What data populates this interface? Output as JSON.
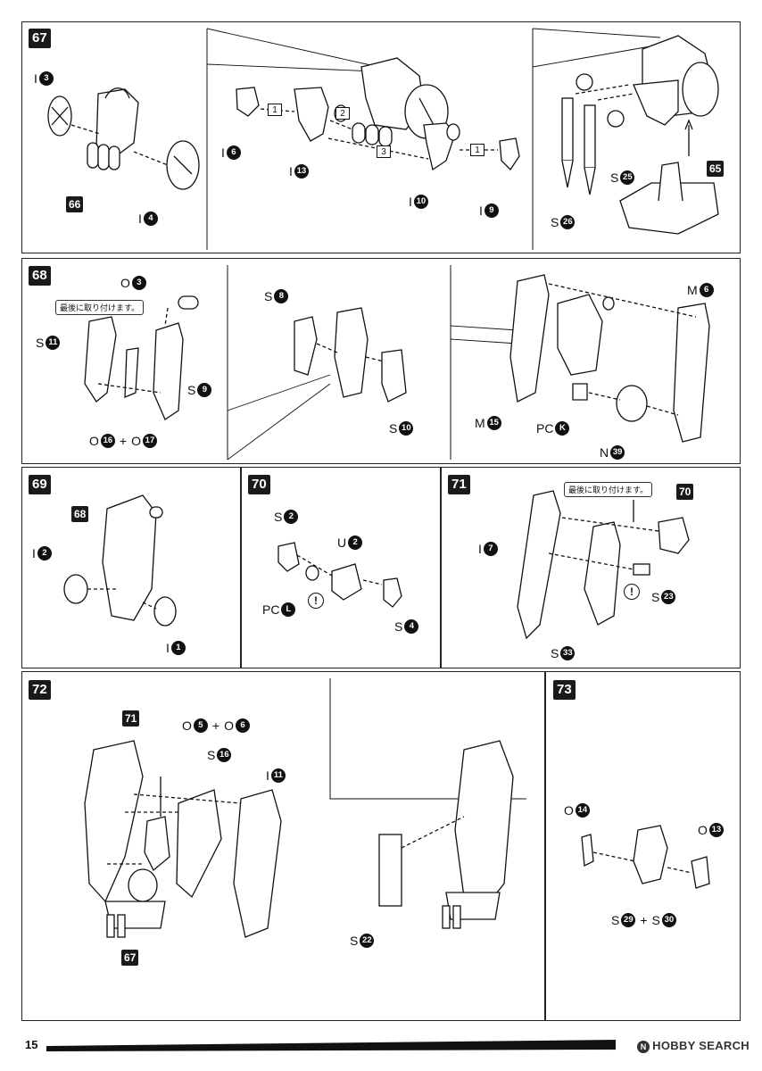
{
  "page": {
    "number": "15"
  },
  "watermark": {
    "logo": "N",
    "text": "HOBBY SEARCH"
  },
  "note_text": "最後に取り付けます。",
  "warn_symbol": "!",
  "steps": [
    {
      "id": "67",
      "parts": [
        {
          "letter": "I",
          "num": "3"
        },
        {
          "letter": "I",
          "num": "4"
        },
        {
          "letter": "I",
          "num": "6"
        },
        {
          "letter": "I",
          "num": "13"
        },
        {
          "letter": "I",
          "num": "10"
        },
        {
          "letter": "I",
          "num": "9"
        },
        {
          "letter": "S",
          "num": "25"
        },
        {
          "letter": "S",
          "num": "26"
        }
      ],
      "refs": [
        "66",
        "65"
      ],
      "sequence": [
        "1",
        "2",
        "3",
        "1"
      ]
    },
    {
      "id": "68",
      "parts": [
        {
          "letter": "O",
          "num": "3"
        },
        {
          "letter": "S",
          "num": "11"
        },
        {
          "letter": "S",
          "num": "9"
        },
        {
          "letter": "O",
          "num": "16"
        },
        {
          "letter": "O",
          "num": "17"
        },
        {
          "letter": "S",
          "num": "8"
        },
        {
          "letter": "S",
          "num": "10"
        },
        {
          "letter": "M",
          "num": "6"
        },
        {
          "letter": "M",
          "num": "15"
        },
        {
          "letter": "PC",
          "num": "K"
        },
        {
          "letter": "N",
          "num": "39"
        }
      ]
    },
    {
      "id": "69",
      "parts": [
        {
          "letter": "I",
          "num": "2"
        },
        {
          "letter": "I",
          "num": "1"
        }
      ],
      "refs": [
        "68"
      ]
    },
    {
      "id": "70",
      "parts": [
        {
          "letter": "S",
          "num": "2"
        },
        {
          "letter": "U",
          "num": "2"
        },
        {
          "letter": "PC",
          "num": "L"
        },
        {
          "letter": "S",
          "num": "4"
        }
      ]
    },
    {
      "id": "71",
      "parts": [
        {
          "letter": "I",
          "num": "7"
        },
        {
          "letter": "S",
          "num": "23"
        },
        {
          "letter": "S",
          "num": "33"
        }
      ],
      "refs": [
        "70"
      ]
    },
    {
      "id": "72",
      "parts": [
        {
          "letter": "O",
          "num": "5"
        },
        {
          "letter": "O",
          "num": "6"
        },
        {
          "letter": "S",
          "num": "16"
        },
        {
          "letter": "I",
          "num": "11"
        },
        {
          "letter": "S",
          "num": "22"
        }
      ],
      "refs": [
        "71",
        "67"
      ]
    },
    {
      "id": "73",
      "parts": [
        {
          "letter": "O",
          "num": "14"
        },
        {
          "letter": "O",
          "num": "13"
        },
        {
          "letter": "S",
          "num": "29"
        },
        {
          "letter": "S",
          "num": "30"
        }
      ]
    }
  ]
}
